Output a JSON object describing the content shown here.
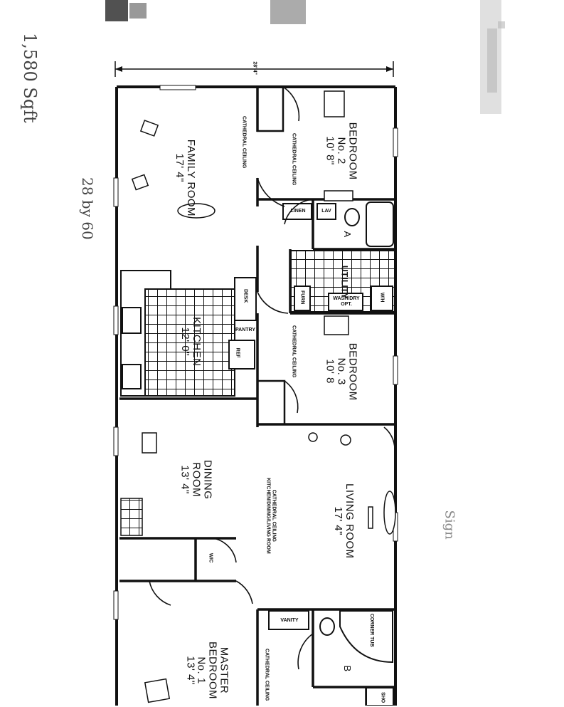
{
  "handwritten": {
    "square_feet": "1,580 Sqft",
    "size": "28 by 60",
    "note": "Sign"
  },
  "dimension_top": "28' 4\"",
  "rooms": {
    "family_room": {
      "name": "FAMILY ROOM",
      "size": "17' 4\""
    },
    "bedroom2": {
      "name": "BEDROOM",
      "no": "No. 2",
      "size": "10' 8\""
    },
    "kitchen": {
      "name": "KITCHEN",
      "size": "12' 0\""
    },
    "bedroom3": {
      "name": "BEDROOM",
      "no": "No. 3",
      "size": "10' 8"
    },
    "dining": {
      "name": "DINING",
      "name2": "ROOM",
      "size": "13' 4\""
    },
    "living": {
      "name": "LIVING ROOM",
      "size": "17' 4\""
    },
    "master": {
      "name": "MASTER",
      "name2": "BEDROOM",
      "no": "No. 1",
      "size": "13' 4\""
    }
  },
  "labels": {
    "cathedral_ceiling": "CATHEDRAL CEILING",
    "cathedral_kdl": "KITCHEN/DINING/LIVING ROOM",
    "linen": "LINEN",
    "lav": "LAV",
    "bath_a": "A",
    "bath_b": "B",
    "utility": "UTILITY",
    "furn": "FURN",
    "wash_dry": "WASH/DRY",
    "opt": "OPT.",
    "wh": "W/H",
    "desk": "DESK",
    "pantry": "PANTRY",
    "ref": "REF",
    "wic": "W/C",
    "vanity": "VANITY",
    "corner_tub": "CORNER TUB",
    "shower": "SHO"
  }
}
